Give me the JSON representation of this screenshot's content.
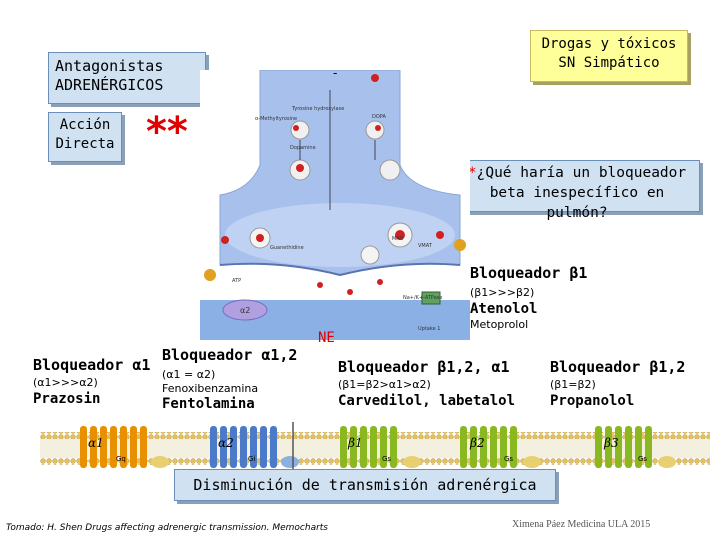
{
  "boxes": {
    "antagonistas": "Antagonistas ADRENÉRGICOS",
    "accion_directa": "Acción Directa",
    "drogas": "Drogas y tóxicos SN Simpático",
    "pregunta_star": "*",
    "pregunta": "¿Qué haría un bloqueador beta inespecífico en pulmón?",
    "conclusion": "Disminución de transmisión adrenérgica"
  },
  "stars": "**",
  "synapse_labels": {
    "ne": "NE",
    "minus_sign": "-",
    "t1": "Tyrosine hydroxylase",
    "t2": "DOPA",
    "t3": "Dopamine",
    "t4": "α-Methyltyrosine",
    "t5": "Guanethidine",
    "t6": "ATP",
    "t7": "Na+/K+-ATPase",
    "t8": "Uptake 1",
    "t9": "α2",
    "t10": "VMAT",
    "t11": "MAO"
  },
  "drug_groups": [
    {
      "title": "Bloqueador α1",
      "sub": "(α1>>>α2)",
      "drug": "Prazosin",
      "drug2": ""
    },
    {
      "title": "Bloqueador α1,2",
      "sub": "(α1 = α2)",
      "drug": "Fentolamina",
      "drug2": "Fenoxibenzamina"
    },
    {
      "title": "Bloqueador β1,2, α1",
      "sub": "(β1=β2>α1>α2)",
      "drug": "Carvedilol, labetalol",
      "drug2": ""
    },
    {
      "title": "Bloqueador β1,2",
      "sub": "(β1=β2)",
      "drug": "Propanolol",
      "drug2": ""
    },
    {
      "title": "Bloqueador β1",
      "sub": "(β1>>>β2)",
      "drug": "Atenolol",
      "drug2": "Metoprolol"
    }
  ],
  "receptors": [
    {
      "label": "α1",
      "g": "Gq"
    },
    {
      "label": "α2",
      "g": "Gi"
    },
    {
      "label": "β1",
      "g": "Gs"
    },
    {
      "label": "β2",
      "g": "Gs"
    },
    {
      "label": "β3",
      "g": "Gs"
    }
  ],
  "footer": {
    "source": "Tomado: H. Shen Drugs affecting adrenergic transmission. Memocharts",
    "credit": "Ximena Páez Medicina ULA 2015"
  },
  "colors": {
    "box_blue": "#d0e2f2",
    "box_yellow": "#ffff9a",
    "stars_red": "#e00000",
    "ne_red": "#e00000",
    "nerve_blue": "#a8c0ec",
    "membrane": "#e0c060",
    "receptor_orange": "#e89000",
    "receptor_green": "#8ab820"
  }
}
